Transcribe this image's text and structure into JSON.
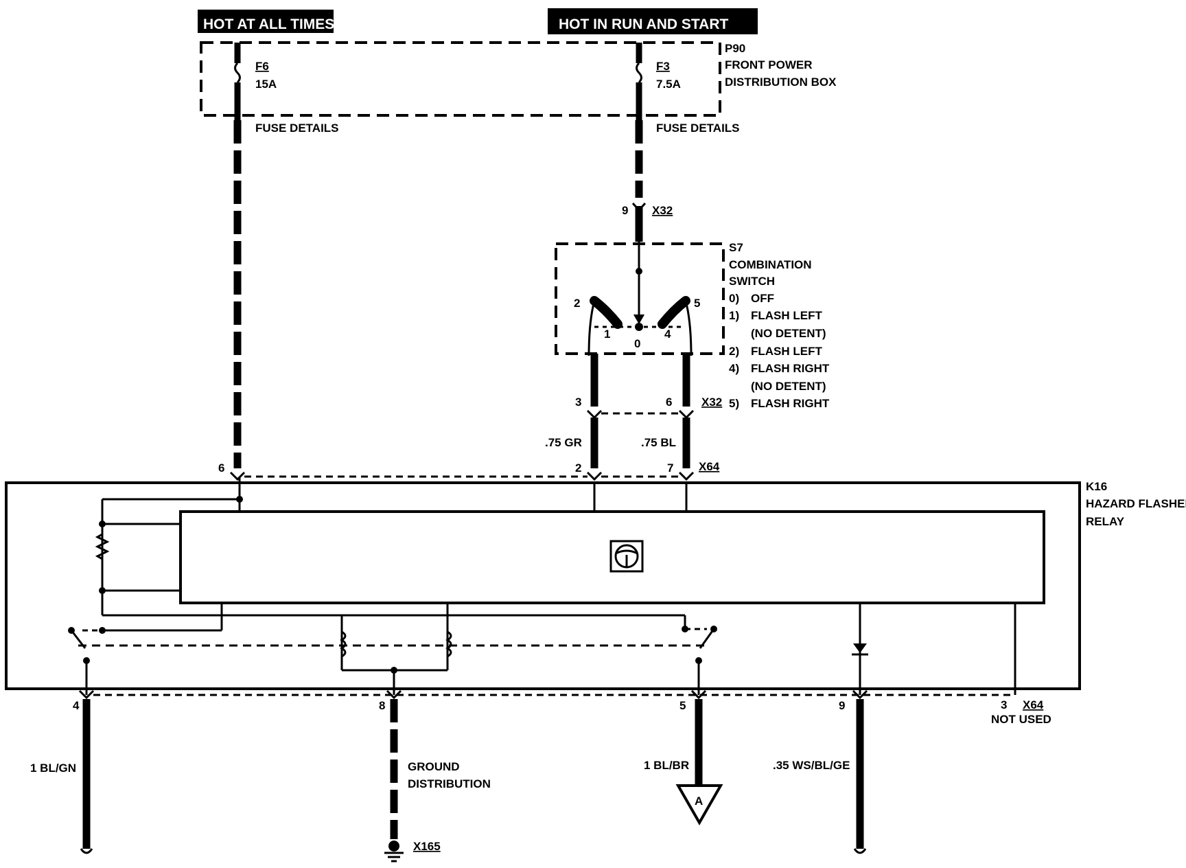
{
  "banners": {
    "hot_at_all_times": "HOT AT ALL TIMES",
    "hot_in_run_and_start": "HOT IN RUN AND START"
  },
  "fuse_box": {
    "id": "P90",
    "name_line1": "FRONT POWER",
    "name_line2": "DISTRIBUTION BOX",
    "fuse_left": {
      "id": "F6",
      "rating": "15A",
      "details": "FUSE DETAILS"
    },
    "fuse_right": {
      "id": "F3",
      "rating": "7.5A",
      "details": "FUSE DETAILS"
    }
  },
  "connector_x32_top": {
    "pin": "9",
    "id": "X32"
  },
  "switch": {
    "id": "S7",
    "name_line1": "COMBINATION",
    "name_line2": "SWITCH",
    "pins": {
      "left_outer": "2",
      "left_inner": "1",
      "center": "0",
      "right_inner": "4",
      "right_outer": "5"
    },
    "positions": [
      {
        "num": "0)",
        "text": "OFF"
      },
      {
        "num": "1)",
        "text": "FLASH LEFT"
      },
      {
        "num": "",
        "text": "(NO DETENT)"
      },
      {
        "num": "2)",
        "text": "FLASH LEFT"
      },
      {
        "num": "4)",
        "text": "FLASH RIGHT"
      },
      {
        "num": "",
        "text": "(NO DETENT)"
      },
      {
        "num": "5)",
        "text": "FLASH RIGHT"
      }
    ]
  },
  "connector_x32_mid": {
    "pin_left": "3",
    "pin_right": "6",
    "id": "X32"
  },
  "wires_mid": {
    "left": ".75 GR",
    "right": ".75 BL"
  },
  "connector_x64_top": {
    "pin_far_left": "6",
    "pin_left": "2",
    "pin_right": "7",
    "id": "X64"
  },
  "relay": {
    "id": "K16",
    "name_line1": "HAZARD FLASHER",
    "name_line2": "RELAY"
  },
  "bottom_pins": {
    "p4": "4",
    "p8": "8",
    "p5": "5",
    "p9": "9",
    "p3": "3",
    "x64": "X64",
    "not_used": "NOT USED"
  },
  "bottom_wires": {
    "w4": "1 BL/GN",
    "ground_line1": "GROUND",
    "ground_line2": "DISTRIBUTION",
    "w5": "1 BL/BR",
    "w9": ".35 WS/BL/GE"
  },
  "ground_point": "X165",
  "offpage_ref": "A"
}
